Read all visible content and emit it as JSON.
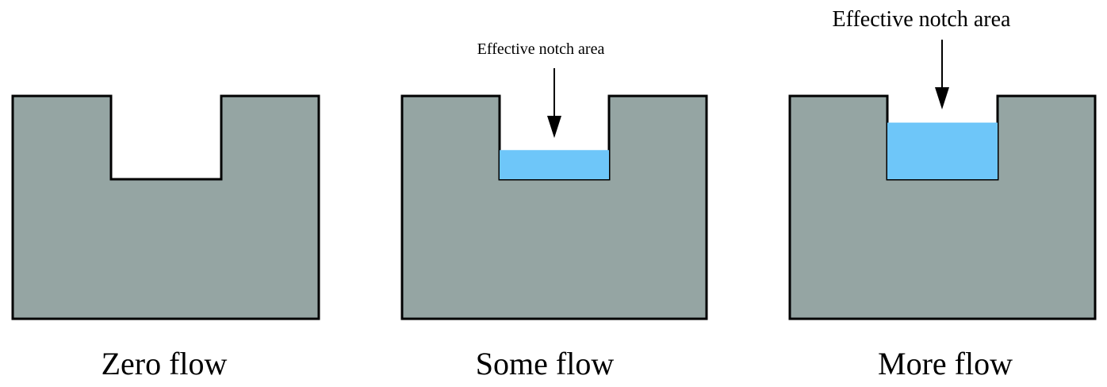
{
  "colors": {
    "weir": "#95a5a3",
    "water": "#6ec6f9",
    "outline": "#000000",
    "background": "#ffffff"
  },
  "panels": [
    {
      "caption": "Zero flow",
      "annotation": "",
      "water_fill_fraction": 0
    },
    {
      "caption": "Some flow",
      "annotation": "Effective notch area",
      "water_fill_fraction": 0.35
    },
    {
      "caption": "More flow",
      "annotation": "Effective notch area",
      "water_fill_fraction": 0.68
    }
  ]
}
